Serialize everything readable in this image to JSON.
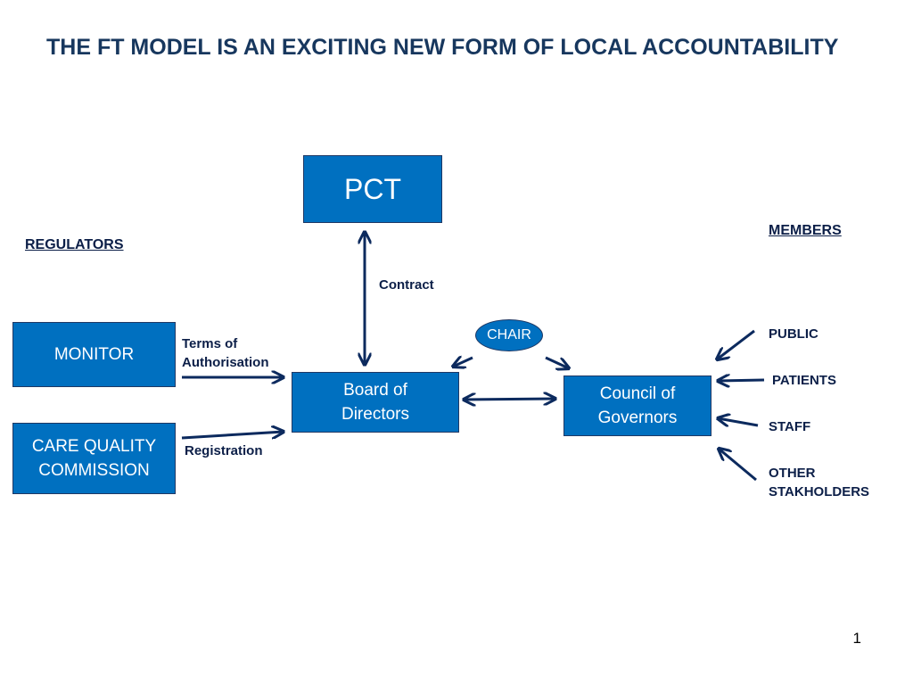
{
  "title": "THE FT MODEL IS AN EXCITING NEW FORM OF LOCAL ACCOUNTABILITY",
  "headings": {
    "regulators": "REGULATORS",
    "members": "MEMBERS"
  },
  "nodes": {
    "pct": "PCT",
    "monitor": "MONITOR",
    "cqc": "CARE QUALITY\nCOMMISSION",
    "board": "Board of\nDirectors",
    "council": "Council of\nGovernors",
    "chair": "CHAIR"
  },
  "edge_labels": {
    "contract": "Contract",
    "terms": "Terms of\nAuthorisation",
    "registration": "Registration"
  },
  "members": {
    "public": "PUBLIC",
    "patients": "PATIENTS",
    "staff": "STAFF",
    "other": "OTHER\nSTAKHOLDERS"
  },
  "colors": {
    "box_fill": "#0070c0",
    "box_border": "#1f3864",
    "arrow": "#0c2a5e",
    "title": "#17375e"
  },
  "page_number": "1"
}
